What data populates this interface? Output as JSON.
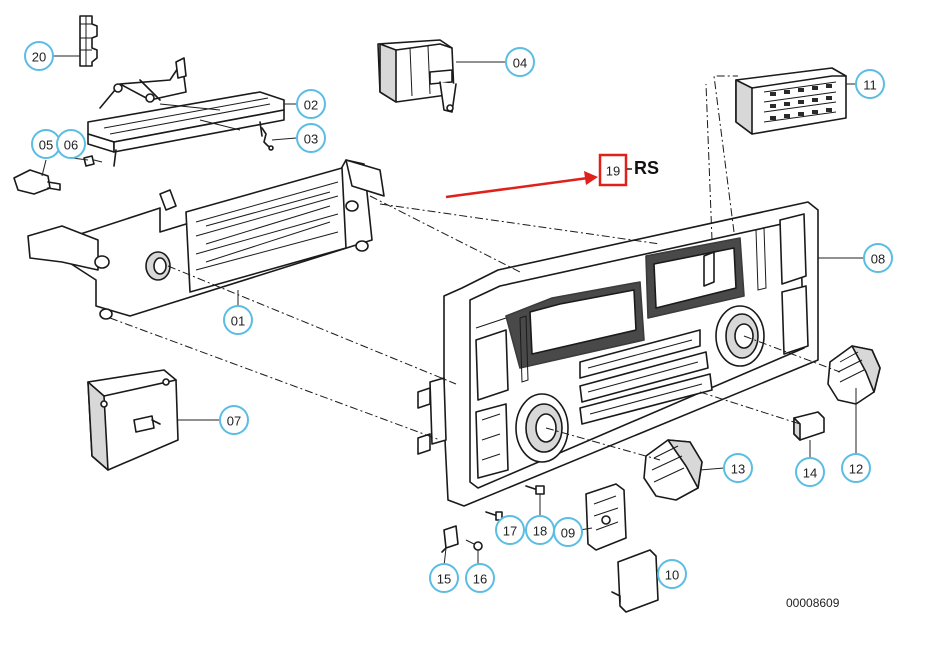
{
  "diagram": {
    "callouts": [
      {
        "id": "01",
        "label": "01"
      },
      {
        "id": "02",
        "label": "02"
      },
      {
        "id": "03",
        "label": "03"
      },
      {
        "id": "04",
        "label": "04"
      },
      {
        "id": "05",
        "label": "05"
      },
      {
        "id": "06",
        "label": "06"
      },
      {
        "id": "07",
        "label": "07"
      },
      {
        "id": "08",
        "label": "08"
      },
      {
        "id": "09",
        "label": "09"
      },
      {
        "id": "10",
        "label": "10"
      },
      {
        "id": "11",
        "label": "11"
      },
      {
        "id": "12",
        "label": "12"
      },
      {
        "id": "13",
        "label": "13"
      },
      {
        "id": "14",
        "label": "14"
      },
      {
        "id": "15",
        "label": "15"
      },
      {
        "id": "16",
        "label": "16"
      },
      {
        "id": "17",
        "label": "17"
      },
      {
        "id": "18",
        "label": "18"
      },
      {
        "id": "20",
        "label": "20"
      }
    ],
    "highlight": {
      "number": "19",
      "suffix": "RS",
      "box_color": "#e0201a",
      "arrow_color": "#e0201a"
    },
    "callout_ring_color": "#5bbde4",
    "document_number": "00008609"
  }
}
